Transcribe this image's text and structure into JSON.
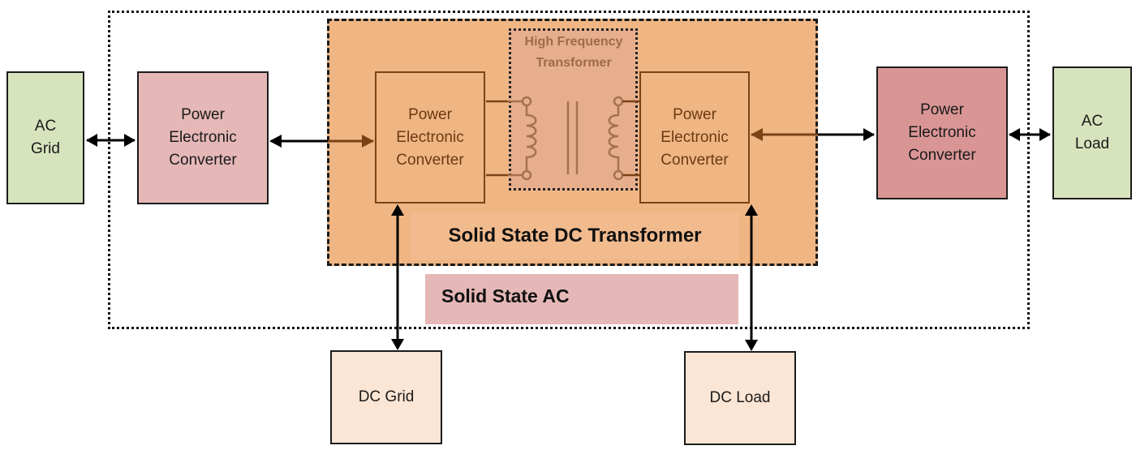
{
  "diagram": {
    "outer_region_label": "Solid State AC",
    "dc_transformer_label": "Solid State DC Transformer",
    "hf_transformer_label": "High Frequency\nTransformer",
    "nodes": {
      "ac_grid": "AC\nGrid",
      "pec_left": "Power\nElectronic\nConverter",
      "pec_inner_left": "Power\nElectronic\nConverter",
      "pec_inner_right": "Power\nElectronic\nConverter",
      "pec_right": "Power\nElectronic\nConverter",
      "ac_load": "AC\nLoad",
      "dc_grid": "DC Grid",
      "dc_load": "DC Load"
    },
    "colors": {
      "ac_node": "#d7e3bd",
      "pec_left": "#e5b8b7",
      "pec_right": "#d99594",
      "dc_transformer_fill": "#efb684",
      "hf_transformer_fill": "#e7ae8c",
      "dc_node": "#fbe5d5",
      "solid_state_ac_label_bg": "#e5b8b7",
      "brown": "#7a4317"
    },
    "connections": [
      {
        "from": "ac_grid",
        "to": "pec_left",
        "type": "bidirectional"
      },
      {
        "from": "pec_left",
        "to": "pec_inner_left",
        "type": "bidirectional"
      },
      {
        "from": "pec_inner_left",
        "to": "pec_inner_right",
        "type": "hf_transformer"
      },
      {
        "from": "pec_inner_right",
        "to": "pec_right",
        "type": "bidirectional"
      },
      {
        "from": "pec_right",
        "to": "ac_load",
        "type": "bidirectional"
      },
      {
        "from": "pec_inner_left",
        "to": "dc_grid",
        "type": "bidirectional"
      },
      {
        "from": "pec_inner_right",
        "to": "dc_load",
        "type": "bidirectional"
      }
    ]
  }
}
